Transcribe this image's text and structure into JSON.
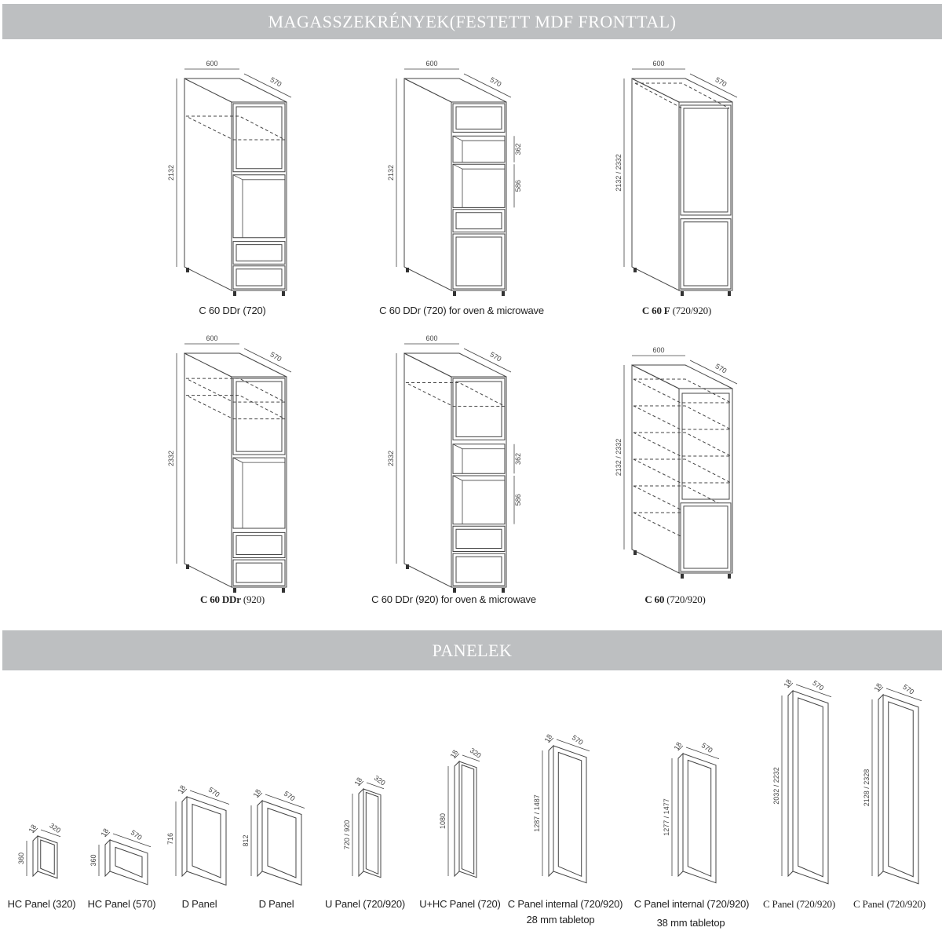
{
  "sections": {
    "tall_title": "MAGASSZEKRÉNYEK(FESTETT MDF FRONTTAL)",
    "panels_title": "PANELEK"
  },
  "tall_cabinets": [
    {
      "caption": "C 60 DDr (720)",
      "dims": {
        "width": "600",
        "depth": "570",
        "height": "2132"
      }
    },
    {
      "caption": "C 60 DDr (720) for oven & microwave",
      "dims": {
        "width": "600",
        "depth": "570",
        "height": "2132",
        "upper": "362",
        "lower": "586"
      }
    },
    {
      "caption_bold": "C 60 F",
      "caption_rest": " (720/920)",
      "dims": {
        "width": "600",
        "depth": "570",
        "height": "2132 / 2332"
      }
    },
    {
      "caption_bold": "C 60 DDr",
      "caption_rest": " (920)",
      "dims": {
        "width": "600",
        "depth": "570",
        "height": "2332"
      }
    },
    {
      "caption": "C 60 DDr (920) for oven & microwave",
      "dims": {
        "width": "600",
        "depth": "570",
        "height": "2332",
        "upper": "362",
        "lower": "586"
      }
    },
    {
      "caption_bold": "C 60",
      "caption_rest": " (720/920)",
      "dims": {
        "width": "600",
        "depth": "570",
        "height": "2132 / 2332"
      }
    }
  ],
  "panels": [
    {
      "caption": "HC Panel (320)",
      "dims": {
        "thick": "18",
        "depth": "320",
        "height": "360"
      }
    },
    {
      "caption": "HC Panel (570)",
      "dims": {
        "thick": "18",
        "depth": "570",
        "height": "360"
      }
    },
    {
      "caption": "D Panel",
      "dims": {
        "thick": "18",
        "depth": "570",
        "height": "716"
      }
    },
    {
      "caption": "D Panel",
      "dims": {
        "thick": "18",
        "depth": "570",
        "height": "812"
      }
    },
    {
      "caption": "U Panel (720/920)",
      "dims": {
        "thick": "18",
        "depth": "320",
        "height": "720 / 920"
      }
    },
    {
      "caption": "U+HC Panel (720)",
      "dims": {
        "thick": "18",
        "depth": "320",
        "height": "1080"
      }
    },
    {
      "caption": "C Panel internal (720/920)",
      "caption2": "28 mm tabletop",
      "dims": {
        "thick": "18",
        "depth": "570",
        "height": "1287 / 1487"
      }
    },
    {
      "caption": "C Panel internal (720/920)",
      "caption2": "38 mm tabletop",
      "dims": {
        "thick": "18",
        "depth": "570",
        "height": "1277 / 1477"
      }
    },
    {
      "caption_serif": "C Panel (720/920)",
      "dims": {
        "thick": "18",
        "depth": "570",
        "height": "2032 / 2232"
      }
    },
    {
      "caption_serif": "C Panel (720/920)",
      "dims": {
        "thick": "18",
        "depth": "570",
        "height": "2128 / 2328"
      }
    }
  ],
  "colors": {
    "banner_bg": "#bdbfc1",
    "banner_text": "#ffffff",
    "line": "#444444"
  }
}
